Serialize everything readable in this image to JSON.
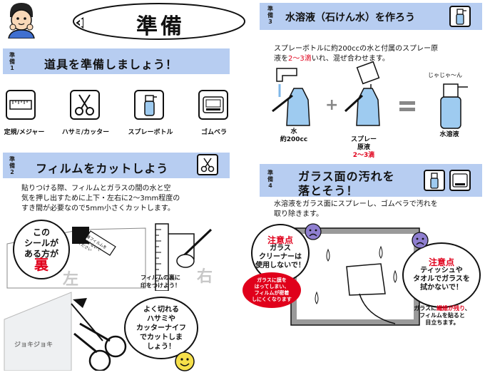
{
  "header": {
    "title": "準備"
  },
  "step1": {
    "tag": "準\n備\n1",
    "title": "道具を準備しましょう！",
    "tools": [
      {
        "label": "定規/メジャー",
        "icon": "ruler-icon"
      },
      {
        "label": "ハサミ/カッター",
        "icon": "scissors-icon"
      },
      {
        "label": "スプレーボトル",
        "icon": "spray-bottle-icon"
      },
      {
        "label": "ゴムベラ",
        "icon": "squeegee-icon"
      }
    ]
  },
  "step2": {
    "tag": "準\n備\n2",
    "title": "フィルムをカットしよう",
    "text": "貼りつける際、フィルムとガラスの間の水と空\n気を押し出すために上下・左右に2～3mm程度の\nすき間が必要なので5mm小さくカットします。",
    "bubble_line1": "この\nシールが\nある方が",
    "bubble_line2": "裏",
    "left_label": "左",
    "right_label": "右",
    "film_label": "剥離フィルムを\n剥がさないで\nください",
    "mark_caption": "フィルムの裏に\n印をつけよう！",
    "sound": "ジョキジョキ",
    "cut_bubble": "よく切れる\nハサミや\nカッターナイフ\nでカットしま\nしょう！"
  },
  "step3": {
    "tag": "準\n備\n3",
    "title": "水溶液（石けん水）を作ろう",
    "text_before": "スプレーボトルに約200ccの水と付属のスプレー原\n液を",
    "text_red": "2～3滴",
    "text_after": "いれ、混ぜ合わせます。",
    "water_label": "水\n約200cc",
    "spray_label": "スプレー\n原液",
    "spray_drops": "2～3滴",
    "sound": "じゃじゃ～ん",
    "result_label": "水溶液",
    "plus": "+",
    "equals": "="
  },
  "step4": {
    "tag": "準\n備\n4",
    "title_line1": "ガラス面の汚れを",
    "title_line2": "落とそう！",
    "text": "水溶液をガラス面にスプレーし、ゴムベラで汚れを\n取り除きます。",
    "caution1_head": "注意点",
    "caution1_body": "ガラス\nクリーナーは\n使用しないで！",
    "caution1_red": "ガラスに膜を\nはってしまい、\nフィルムが密着\nしにくくなります",
    "caution2_head": "注意点",
    "caution2_body": "ティッシュや\nタオルでガラスを\n拭かないで！",
    "caution2_note_before": "ガラスに",
    "caution2_note_red": "繊維が残り",
    "caution2_note_after": "、\nフィルムを貼ると\n目立ちます。"
  }
}
